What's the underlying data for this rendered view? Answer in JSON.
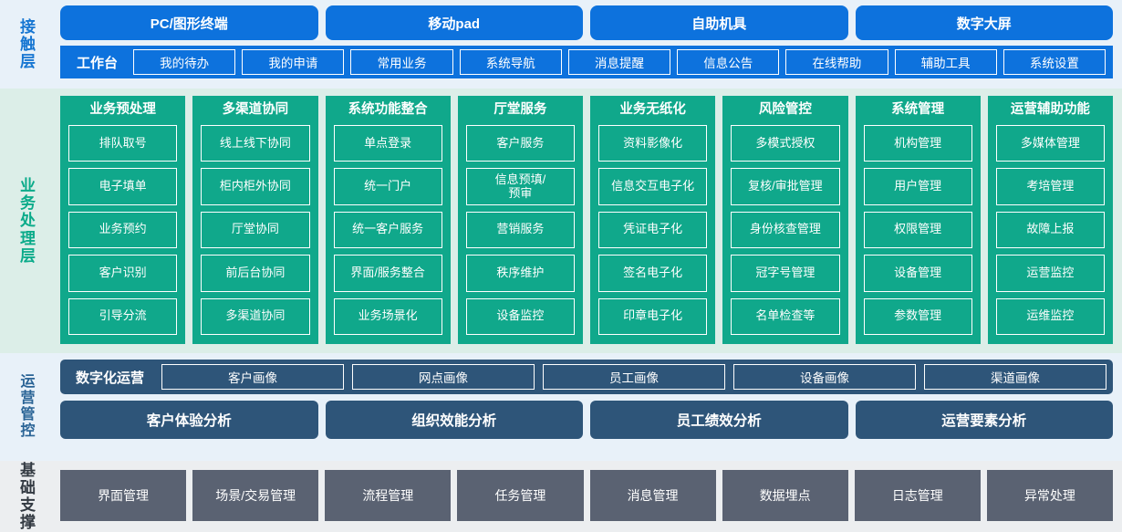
{
  "layers": {
    "contact": {
      "label": "接触层",
      "accent": "#0d72dd",
      "terminals": [
        {
          "label": "PC/图形终端"
        },
        {
          "label": "移动pad"
        },
        {
          "label": "自助机具"
        },
        {
          "label": "数字大屏"
        }
      ],
      "bar_title": "工作台",
      "bar_items": [
        {
          "label": "我的待办"
        },
        {
          "label": "我的申请"
        },
        {
          "label": "常用业务"
        },
        {
          "label": "系统导航"
        },
        {
          "label": "消息提醒"
        },
        {
          "label": "信息公告"
        },
        {
          "label": "在线帮助"
        },
        {
          "label": "辅助工具"
        },
        {
          "label": "系统设置"
        }
      ]
    },
    "business": {
      "label": "业务处理层",
      "accent": "#10a88b",
      "columns": [
        {
          "title": "业务预处理",
          "items": [
            "排队取号",
            "电子填单",
            "业务预约",
            "客户识别",
            "引导分流"
          ]
        },
        {
          "title": "多渠道协同",
          "items": [
            "线上线下协同",
            "柜内柜外协同",
            "厅堂协同",
            "前后台协同",
            "多渠道协同"
          ]
        },
        {
          "title": "系统功能整合",
          "items": [
            "单点登录",
            "统一门户",
            "统一客户服务",
            "界面/服务整合",
            "业务场景化"
          ]
        },
        {
          "title": "厅堂服务",
          "items": [
            "客户服务",
            "信息预填/\n预审",
            "营销服务",
            "秩序维护",
            "设备监控"
          ]
        },
        {
          "title": "业务无纸化",
          "items": [
            "资料影像化",
            "信息交互电子化",
            "凭证电子化",
            "签名电子化",
            "印章电子化"
          ]
        },
        {
          "title": "风险管控",
          "items": [
            "多模式授权",
            "复核/审批管理",
            "身份核查管理",
            "冠字号管理",
            "名单检查等"
          ]
        },
        {
          "title": "系统管理",
          "items": [
            "机构管理",
            "用户管理",
            "权限管理",
            "设备管理",
            "参数管理"
          ]
        },
        {
          "title": "运营辅助功能",
          "items": [
            "多媒体管理",
            "考培管理",
            "故障上报",
            "运营监控",
            "运维监控"
          ]
        }
      ]
    },
    "operation": {
      "label": "运营管控",
      "accent": "#2e5579",
      "row1_title": "数字化运营",
      "row1_items": [
        {
          "label": "客户画像"
        },
        {
          "label": "网点画像"
        },
        {
          "label": "员工画像"
        },
        {
          "label": "设备画像"
        },
        {
          "label": "渠道画像"
        }
      ],
      "row2_items": [
        {
          "label": "客户体验分析"
        },
        {
          "label": "组织效能分析"
        },
        {
          "label": "员工绩效分析"
        },
        {
          "label": "运营要素分析"
        }
      ]
    },
    "foundation": {
      "label": "基础支撑",
      "accent": "#5a6272",
      "items": [
        {
          "label": "界面管理"
        },
        {
          "label": "场景/交易管理"
        },
        {
          "label": "流程管理"
        },
        {
          "label": "任务管理"
        },
        {
          "label": "消息管理"
        },
        {
          "label": "数据埋点"
        },
        {
          "label": "日志管理"
        },
        {
          "label": "异常处理"
        }
      ]
    }
  }
}
